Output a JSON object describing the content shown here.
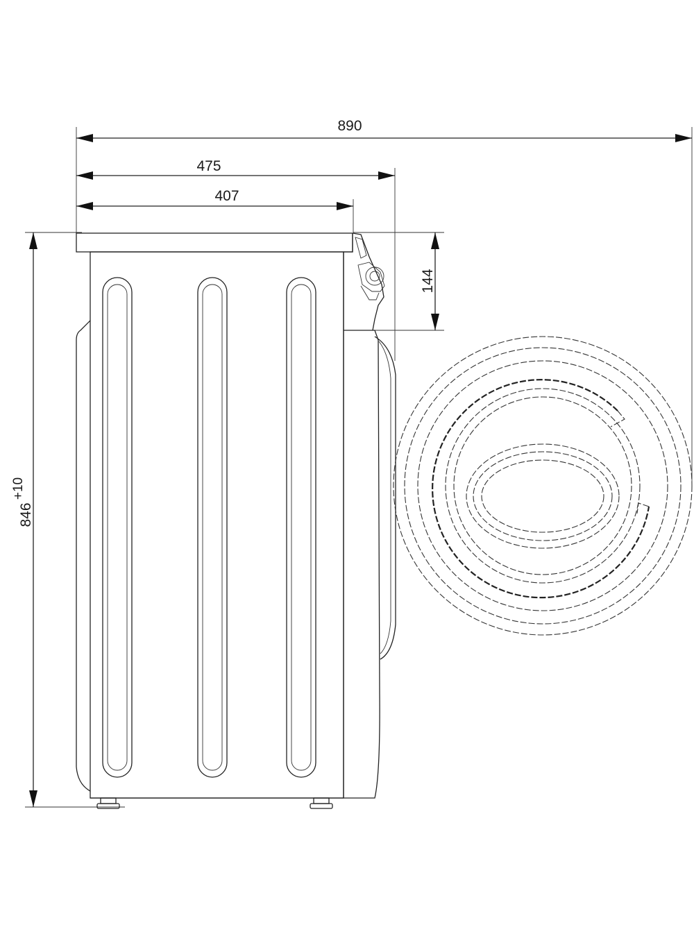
{
  "dimensions": {
    "total_depth": "890",
    "depth_with_door": "475",
    "body_depth": "407",
    "control_panel_height": "144",
    "height": "846",
    "height_tolerance": "+10"
  },
  "colors": {
    "line": "#222222",
    "background": "#ffffff"
  }
}
